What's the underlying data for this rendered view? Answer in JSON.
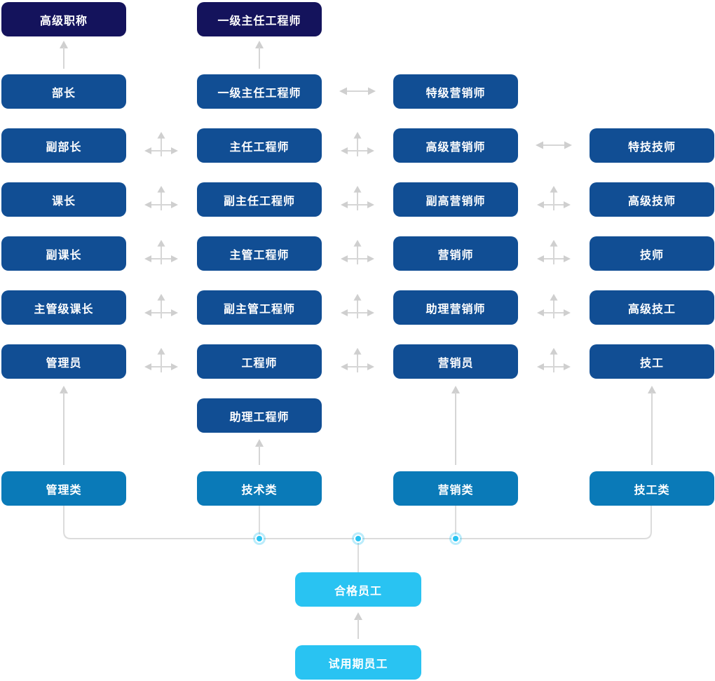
{
  "diagram_title": "职级晋升通道图 (career ladder diagram, no visible title text)",
  "colors": {
    "peak_box": "#14135c",
    "rank_box": "#114e94",
    "category_box": "#0a7ab8",
    "base_box": "#29c3f2",
    "connector": "#d9d9d9",
    "text": "#ffffff"
  },
  "columns": [
    {
      "id": "management",
      "category": "管理类",
      "peak": "高级职称",
      "ranks": [
        "部长",
        "副部长",
        "课长",
        "副课长",
        "主管级课长",
        "管理员"
      ]
    },
    {
      "id": "technical",
      "category": "技术类",
      "peak": "一级主任工程师",
      "ranks": [
        "一级主任工程师",
        "主任工程师",
        "副主任工程师",
        "主管工程师",
        "副主管工程师",
        "工程师",
        "助理工程师"
      ]
    },
    {
      "id": "marketing",
      "category": "营销类",
      "ranks": [
        "特级营销师",
        "高级营销师",
        "副高营销师",
        "营销师",
        "助理营销师",
        "营销员"
      ]
    },
    {
      "id": "technician",
      "category": "技工类",
      "ranks": [
        "特技技师",
        "高级技师",
        "技师",
        "高级技工",
        "技工"
      ]
    }
  ],
  "base": {
    "qualified": "合格员工",
    "probation": "试用期员工"
  }
}
